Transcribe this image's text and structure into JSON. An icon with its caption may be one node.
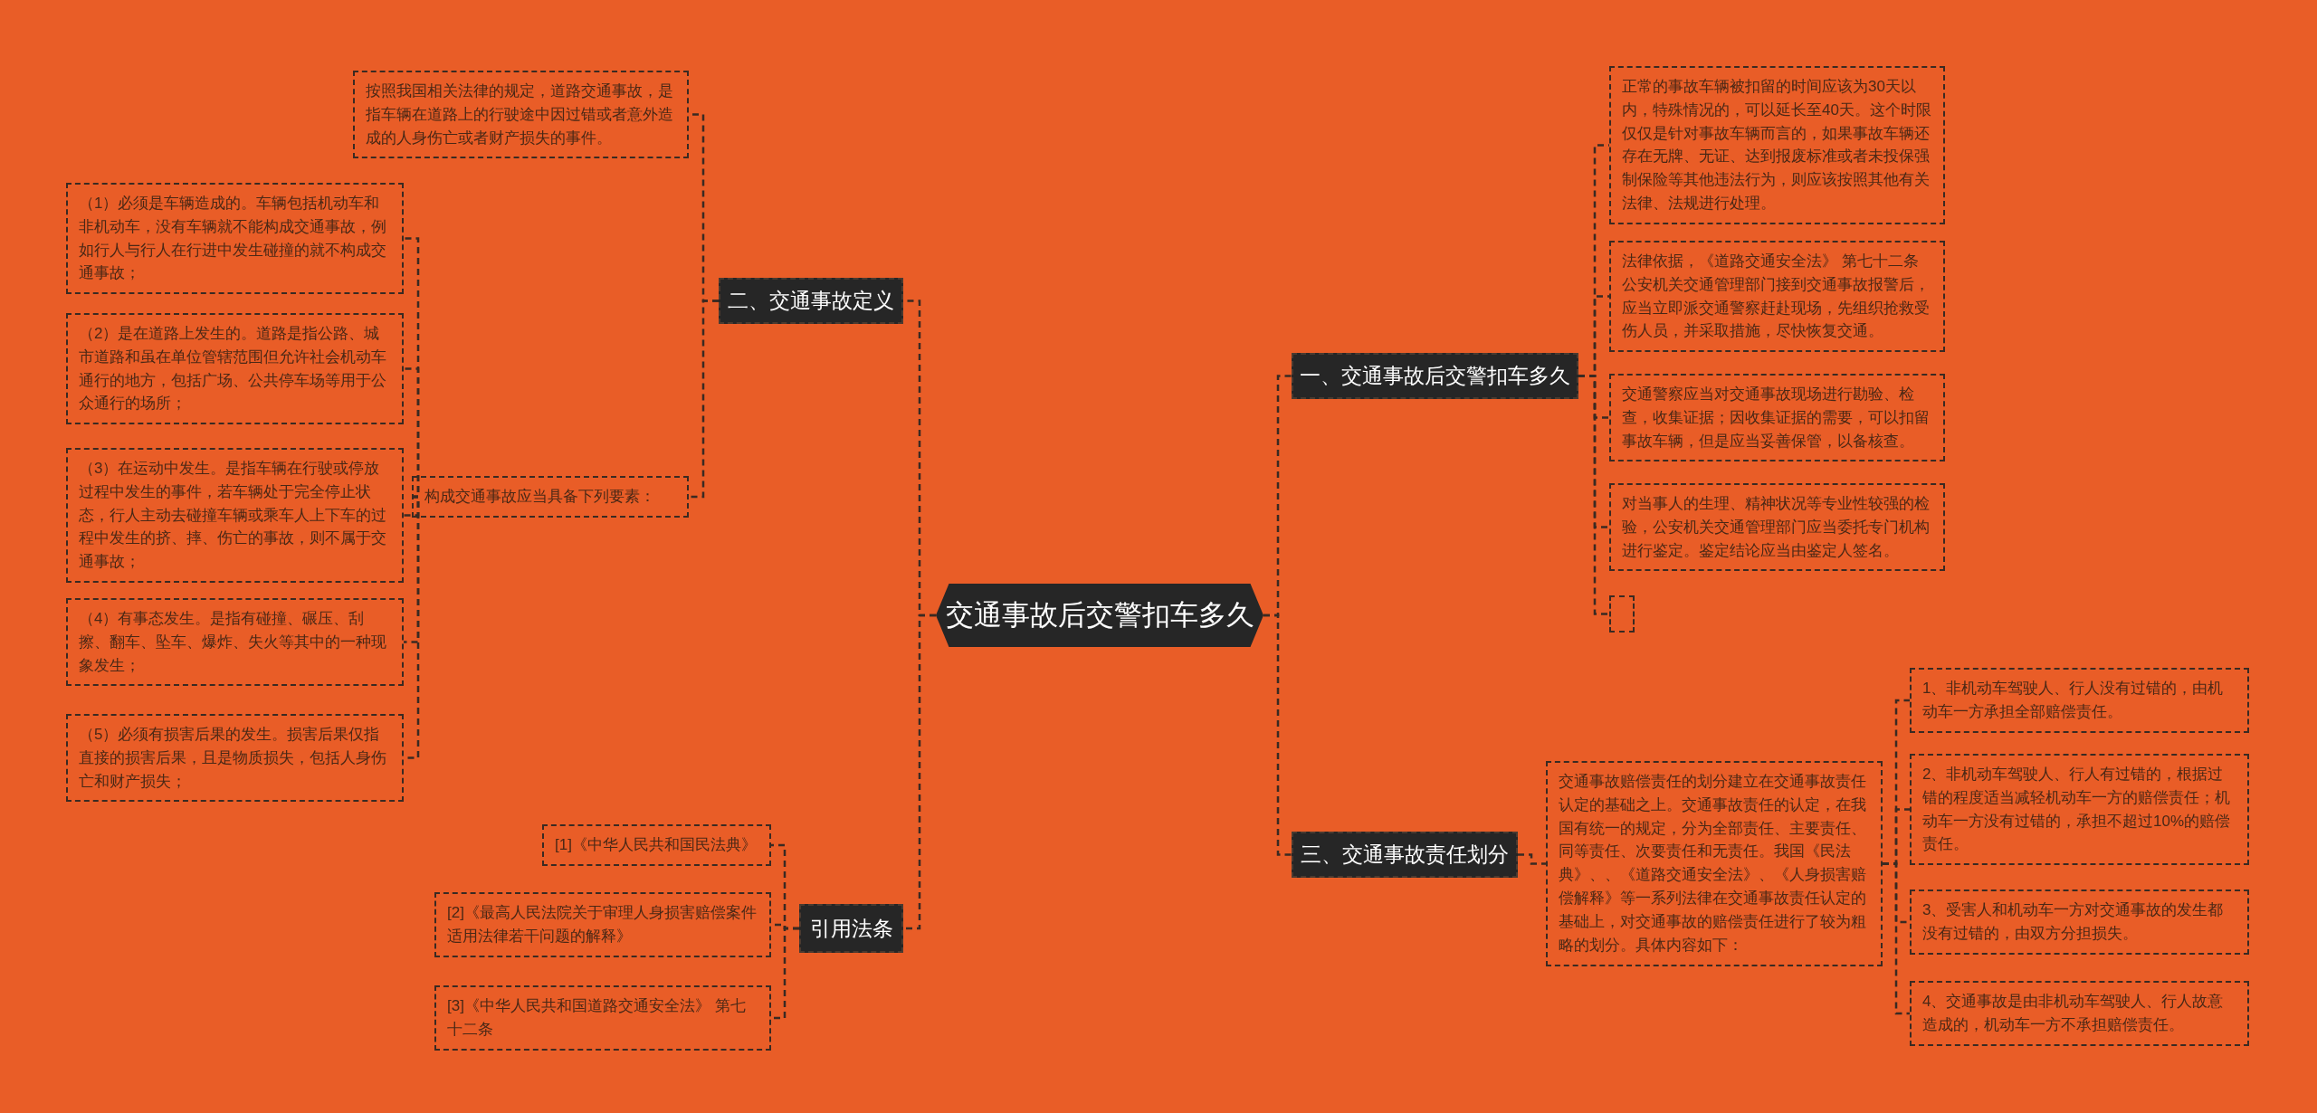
{
  "diagram": {
    "nodes": [
      {
        "text": [
          "交通事故后交警扣车多久"
        ]
      },
      {
        "text": [
          "一、交通事故后交警扣车多久"
        ]
      },
      {
        "text": [
          "正常的事故车辆被扣留的时间应该为30天以内，特殊情况的，可以延长至40天。这个时限仅仅是针对事故车辆而言的，如果事故车辆还存在无牌、无证、达到报废标准或者未投保强制保险等其他违法行为，则应该按照其他有关法律、法规进行处理。"
        ]
      },
      {
        "text": [
          "法律依据，《道路交通安全法》 第七十二条公安机关交通管理部门接到交通事故报警后，应当立即派交通警察赶赴现场，先组织抢救受伤人员，并采取措施，尽快恢复交通。"
        ]
      },
      {
        "text": [
          "交通警察应当对交通事故现场进行勘验、检查，收集证据；因收集证据的需要，可以扣留事故车辆，但是应当妥善保管，以备核查。"
        ]
      },
      {
        "text": [
          "对当事人的生理、精神状况等专业性较强的检验，公安机关交通管理部门应当委托专门机构进行鉴定。鉴定结论应当由鉴定人签名。"
        ]
      },
      {
        "text": [],
        "shape": "box"
      },
      {
        "text": [
          "三、交通事故责任划分"
        ]
      },
      {
        "text": [
          "交通事故赔偿责任的划分建立在交通事故责任认定的基础之上。交通事故责任的认定，在我国有统一的规定，分为全部责任、主要责任、同等责任、次要责任和无责任。我国《民法典》、、《道路交通安全法》、《人身损害赔偿解释》等一系列法律在交通事故责任认定的基础上，对交通事故的赔偿责任进行了较为粗略的划分。具体内容如下："
        ]
      },
      {
        "text": [
          "1、非机动车驾驶人、行人没有过错的，由机动车一方承担全部赔偿责任。"
        ]
      },
      {
        "text": [
          "2、非机动车驾驶人、行人有过错的，根据过错的程度适当减轻机动车一方的赔偿责任；机动车一方没有过错的，承担不超过10%的赔偿责任。"
        ]
      },
      {
        "text": [
          "3、受害人和机动车一方对交通事故的发生都没有过错的，由双方分担损失。"
        ]
      },
      {
        "text": [
          "4、交通事故是由非机动车驾驶人、行人故意造成的，机动车一方不承担赔偿责任。"
        ]
      },
      {
        "text": [
          "二、交通事故定义"
        ]
      },
      {
        "text": [
          "按照我国相关法律的规定，道路交通事故，是指车辆在道路上的行驶途中因过错或者意外造成的人身伤亡或者财产损失的事件。"
        ]
      },
      {
        "text": [
          "构成交通事故应当具备下列要素："
        ]
      },
      {
        "text": [
          "（1）必须是车辆造成的。车辆包括机动车和非机动车，没有车辆就不能构成交通事故，例如行人与行人在行进中发生碰撞的就不构成交通事故；"
        ]
      },
      {
        "text": [
          "（2）是在道路上发生的。道路是指公路、城市道路和虽在单位管辖范围但允许社会机动车通行的地方，包括广场、公共停车场等用于公众通行的场所；"
        ]
      },
      {
        "text": [
          "（3）在运动中发生。是指车辆在行驶或停放过程中发生的事件，若车辆处于完全停止状态，行人主动去碰撞车辆或乘车人上下车的过程中发生的挤、摔、伤亡的事故，则不属于交通事故；"
        ]
      },
      {
        "text": [
          "（4）有事态发生。是指有碰撞、碾压、刮擦、翻车、坠车、爆炸、失火等其中的一种现象发生；"
        ]
      },
      {
        "text": [
          "（5）必须有损害后果的发生。损害后果仅指直接的损害后果，且是物质损失，包括人身伤亡和财产损失；"
        ]
      },
      {
        "text": [
          "引用法条"
        ]
      },
      {
        "text": [
          "[1]《中华人民共和国民法典》"
        ]
      },
      {
        "text": [
          "[2]《最高人民法院关于审理人身损害赔偿案件适用法律若干问题的解释》"
        ]
      },
      {
        "text": [
          "[3]《中华人民共和国道路交通安全法》 第七十二条"
        ]
      }
    ],
    "edges": [
      {
        "from": 0,
        "to": 1,
        "arrow": "none",
        "style": "dashed"
      },
      {
        "from": 1,
        "to": 2,
        "arrow": "none",
        "style": "dashed"
      },
      {
        "from": 1,
        "to": 3,
        "arrow": "none",
        "style": "dashed"
      },
      {
        "from": 1,
        "to": 4,
        "arrow": "none",
        "style": "dashed"
      },
      {
        "from": 1,
        "to": 5,
        "arrow": "none",
        "style": "dashed"
      },
      {
        "from": 1,
        "to": 6,
        "arrow": "none",
        "style": "dashed"
      },
      {
        "from": 0,
        "to": 7,
        "arrow": "none",
        "style": "dashed"
      },
      {
        "from": 7,
        "to": 8,
        "arrow": "none",
        "style": "dashed"
      },
      {
        "from": 8,
        "to": 9,
        "arrow": "none",
        "style": "dashed"
      },
      {
        "from": 8,
        "to": 10,
        "arrow": "none",
        "style": "dashed"
      },
      {
        "from": 8,
        "to": 11,
        "arrow": "none",
        "style": "dashed"
      },
      {
        "from": 8,
        "to": 12,
        "arrow": "none",
        "style": "dashed"
      },
      {
        "from": 0,
        "to": 13,
        "arrow": "none",
        "style": "dashed"
      },
      {
        "from": 13,
        "to": 14,
        "arrow": "none",
        "style": "dashed"
      },
      {
        "from": 13,
        "to": 15,
        "arrow": "none",
        "style": "dashed"
      },
      {
        "from": 15,
        "to": 16,
        "arrow": "none",
        "style": "dashed"
      },
      {
        "from": 15,
        "to": 17,
        "arrow": "none",
        "style": "dashed"
      },
      {
        "from": 15,
        "to": 18,
        "arrow": "none",
        "style": "dashed"
      },
      {
        "from": 15,
        "to": 19,
        "arrow": "none",
        "style": "dashed"
      },
      {
        "from": 15,
        "to": 20,
        "arrow": "none",
        "style": "dashed"
      },
      {
        "from": 0,
        "to": 21,
        "arrow": "none",
        "style": "dashed"
      },
      {
        "from": 21,
        "to": 22,
        "arrow": "none",
        "style": "dashed"
      },
      {
        "from": 21,
        "to": 23,
        "arrow": "none",
        "style": "dashed"
      },
      {
        "from": 21,
        "to": 24,
        "arrow": "none",
        "style": "dashed"
      }
    ]
  }
}
